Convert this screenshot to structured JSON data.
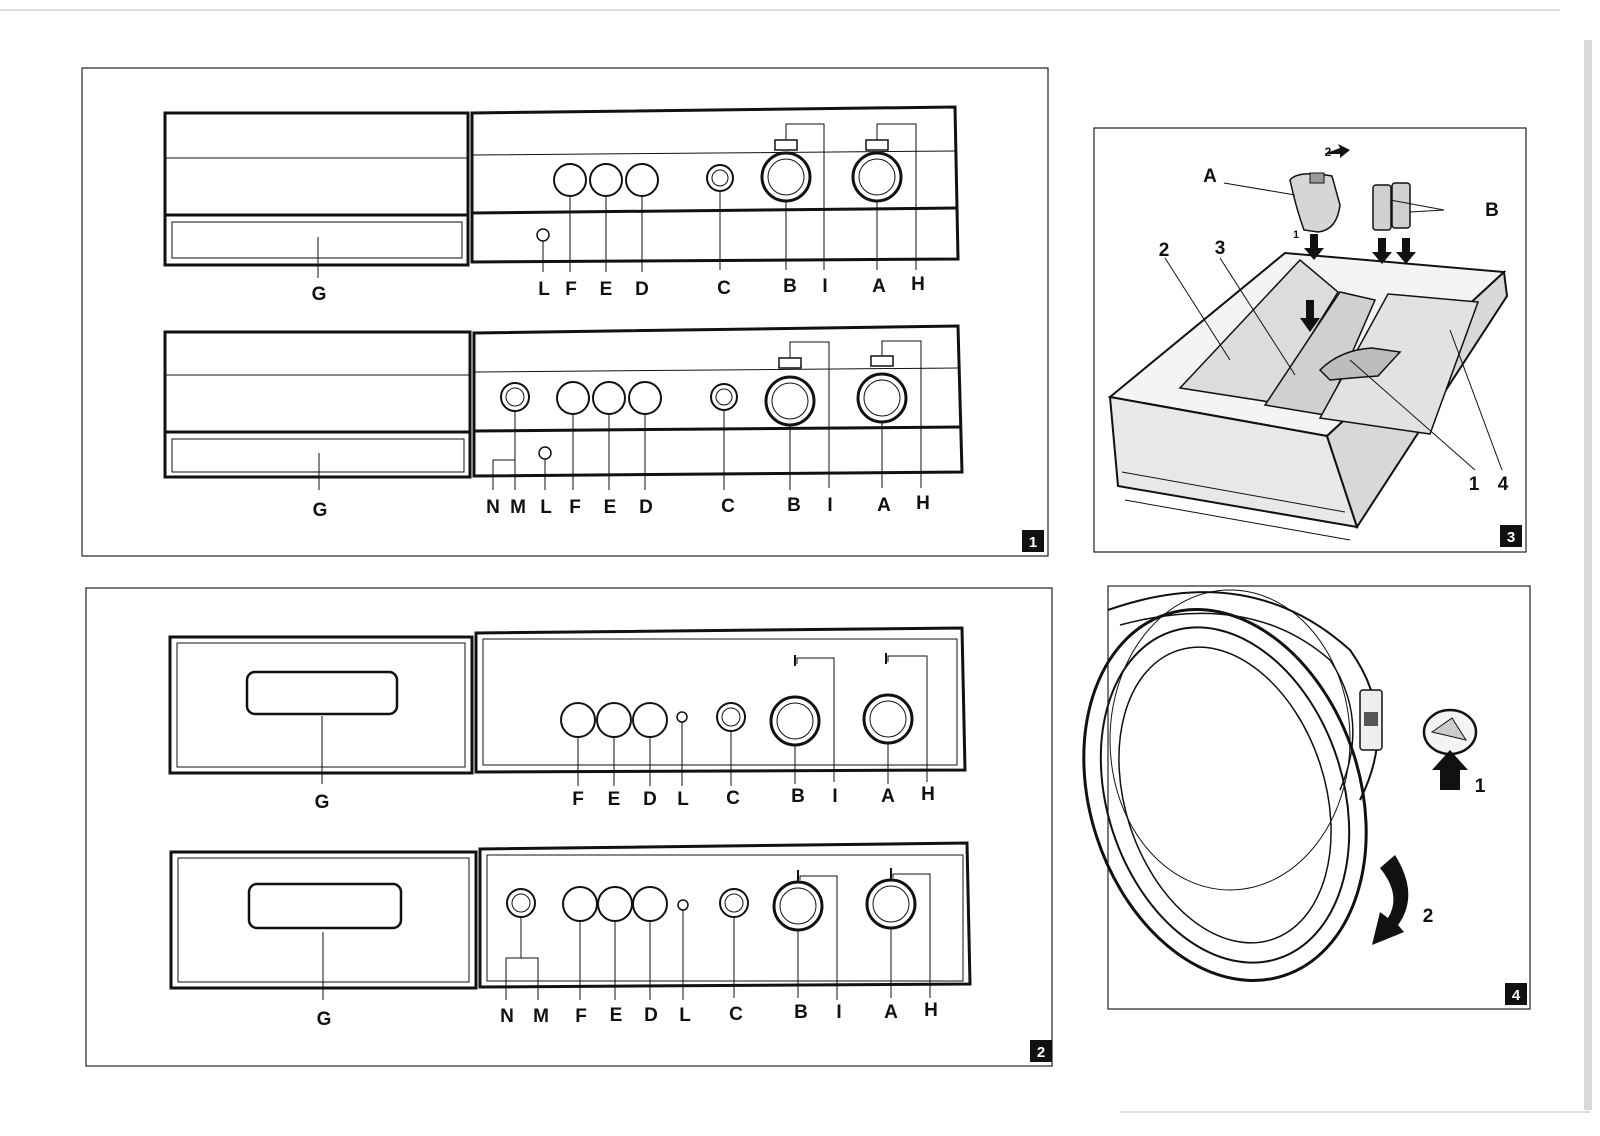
{
  "figures": [
    {
      "number": "1",
      "panels": [
        {
          "labels": [
            "G",
            "L",
            "F",
            "E",
            "D",
            "C",
            "B",
            "I",
            "A",
            "H"
          ]
        },
        {
          "labels": [
            "G",
            "N",
            "M",
            "L",
            "F",
            "E",
            "D",
            "C",
            "B",
            "I",
            "A",
            "H"
          ]
        }
      ]
    },
    {
      "number": "2",
      "panels": [
        {
          "labels": [
            "G",
            "F",
            "E",
            "D",
            "L",
            "C",
            "B",
            "I",
            "A",
            "H"
          ]
        },
        {
          "labels": [
            "G",
            "N",
            "M",
            "F",
            "E",
            "D",
            "L",
            "C",
            "B",
            "I",
            "A",
            "H"
          ]
        }
      ]
    },
    {
      "number": "3",
      "labels": [
        "A",
        "B",
        "2",
        "3",
        "1",
        "4"
      ],
      "arrow_numbers": [
        "1",
        "2"
      ]
    },
    {
      "number": "4",
      "arrow_numbers": [
        "1",
        "2"
      ]
    }
  ],
  "colors": {
    "ink": "#111111",
    "badge_bg": "#111111",
    "badge_fg": "#ffffff"
  }
}
